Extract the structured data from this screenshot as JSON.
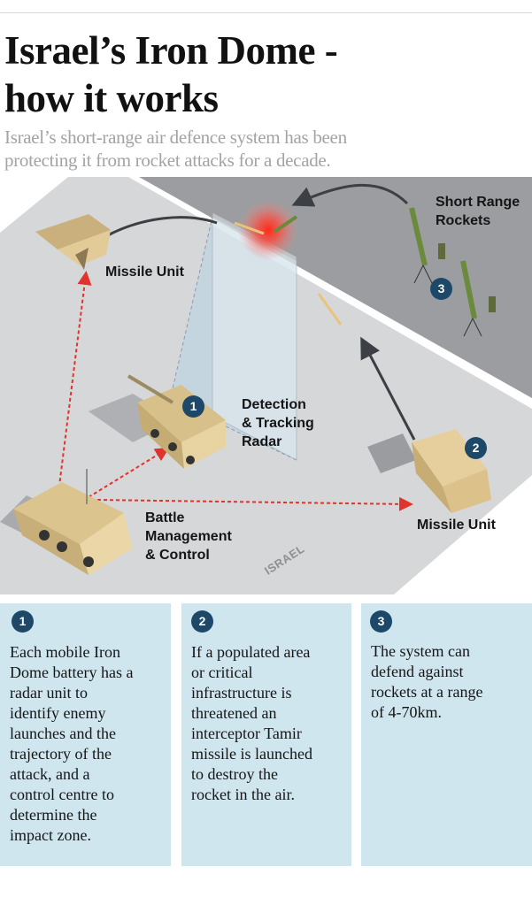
{
  "header": {
    "title": "Israel’s Iron Dome -\nhow it works",
    "subtitle": "Israel’s short-range air defence system has been\nprotecting it from rocket attacks for a decade."
  },
  "diagram": {
    "labels": {
      "missile_unit_left": "Missile Unit",
      "radar": "Detection\n& Tracking\nRadar",
      "rockets": "Short Range\nRockets",
      "bmc": "Battle\nManagement\n& Control",
      "missile_unit_right": "Missile Unit",
      "territory": "ISRAEL"
    },
    "badges": {
      "radar": "1",
      "missile_unit": "2",
      "rockets": "3"
    }
  },
  "panels": [
    {
      "number": "1",
      "text": "Each mobile Iron\nDome battery has a\nradar unit to\nidentify enemy\nlaunches and the\ntrajectory of the\nattack, and a\ncontrol centre to\ndetermine the\nimpact zone."
    },
    {
      "number": "2",
      "text": "If a populated area\nor critical\ninfrastructure is\nthreatened an\ninterceptor Tamir\nmissile is launched\nto destroy the\nrocket in the air."
    },
    {
      "number": "3",
      "text": "The system can\ndefend against\nrockets at a range\nof 4-70km."
    }
  ],
  "colors": {
    "panel_bg": "#cfe6ef",
    "badge": "#1d4868",
    "signal": "#e0332b",
    "vehicle": "#e3cb97"
  }
}
